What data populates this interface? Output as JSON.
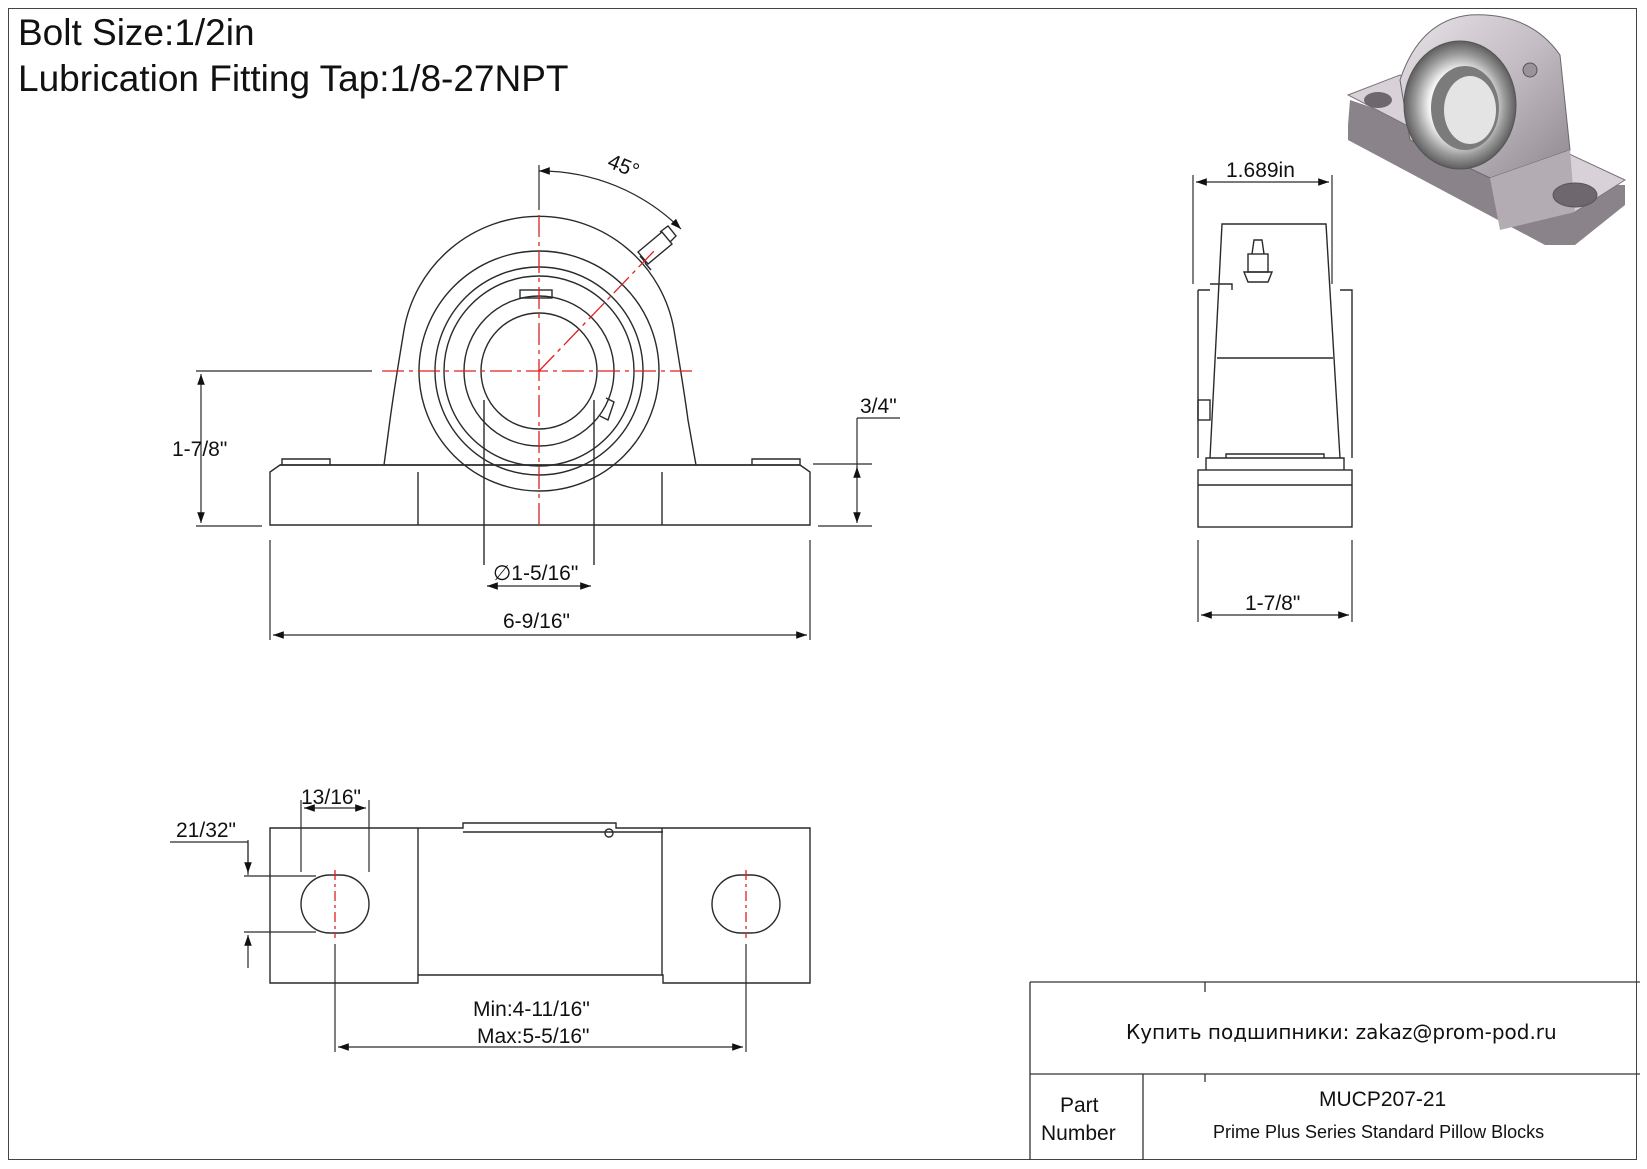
{
  "header": {
    "bolt_size": "Bolt Size:1/2in",
    "lubrication": "Lubrication Fitting Tap:1/8-27NPT"
  },
  "front_view": {
    "angle": "45°",
    "height_to_center": "1-7/8\"",
    "base_thickness": "3/4\"",
    "bore": "∅1-5/16\"",
    "overall_length": "6-9/16\""
  },
  "side_view": {
    "width_top": "1.689in",
    "width_base": "1-7/8\""
  },
  "bottom_view": {
    "slot_width": "13/16\"",
    "slot_height": "21/32\"",
    "bolt_spacing_min": "Min:4-11/16\"",
    "bolt_spacing_max": "Max:5-5/16\""
  },
  "title_block": {
    "contact": "Купить подшипники: zakaz@prom-pod.ru",
    "part_label_1": "Part",
    "part_label_2": "Number",
    "part_number": "MUCP207-21",
    "description": "Prime Plus Series Standard Pillow Blocks"
  },
  "colors": {
    "line": "#2a2a2a",
    "centerline": "#e02020",
    "render_body": "#c9c2c8"
  },
  "icons": [
    "isometric-pillow-block-render"
  ]
}
